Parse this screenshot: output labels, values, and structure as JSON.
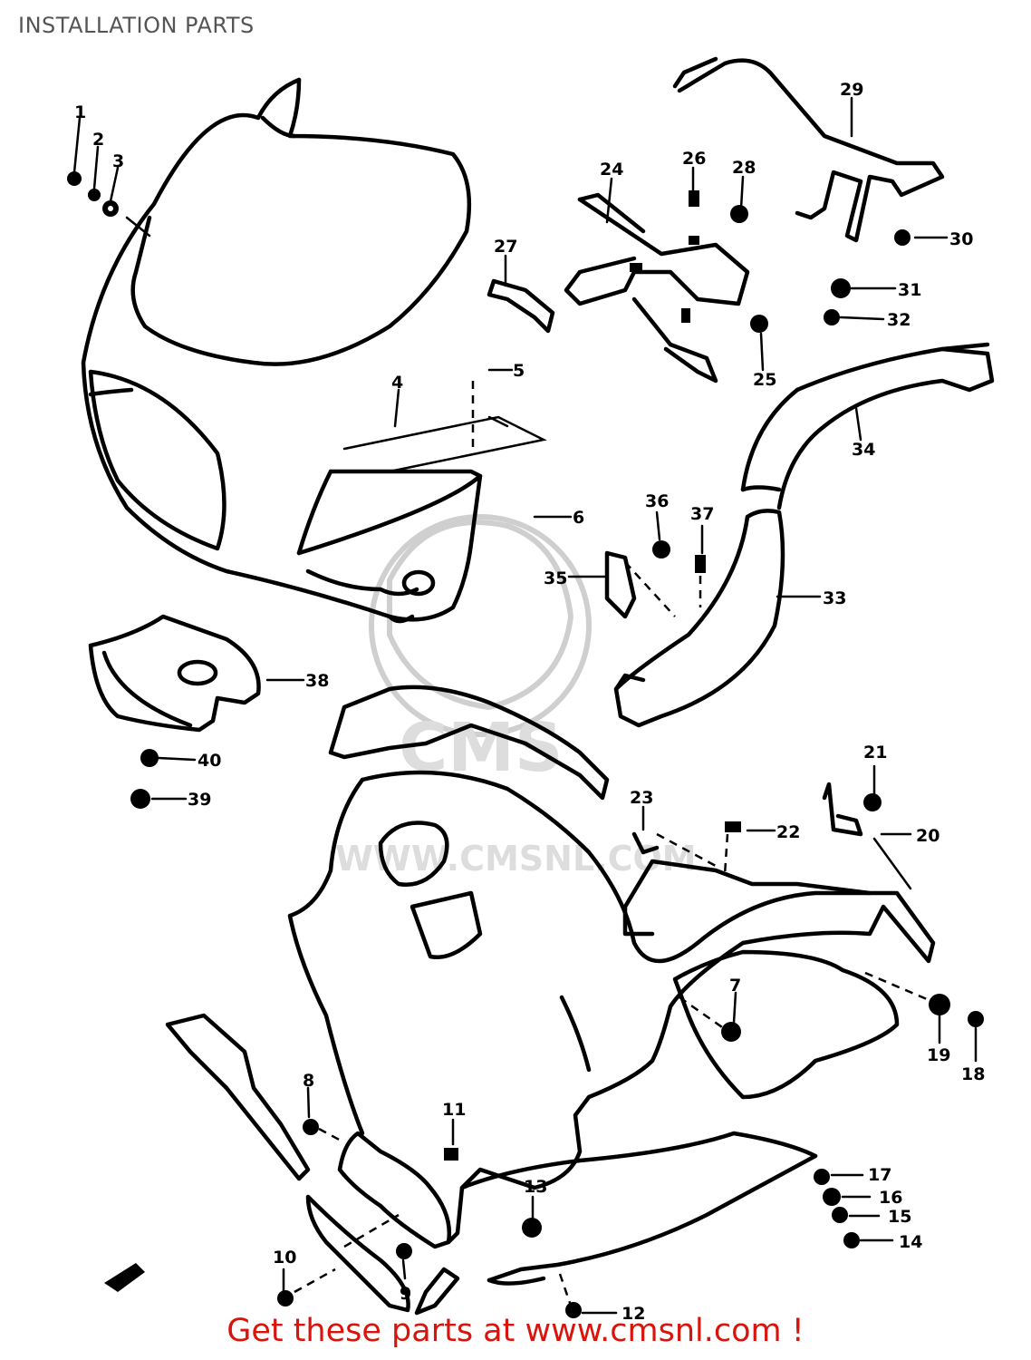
{
  "title": "INSTALLATION PARTS",
  "footer_link": "Get these parts at www.cmsnl.com !",
  "watermark": {
    "brand": "CMS",
    "url": "WWW.CMSNL.COM"
  },
  "callouts": [
    {
      "id": "c1",
      "label": "1"
    },
    {
      "id": "c2",
      "label": "2"
    },
    {
      "id": "c3",
      "label": "3"
    },
    {
      "id": "c4",
      "label": "4"
    },
    {
      "id": "c5",
      "label": "5"
    },
    {
      "id": "c6",
      "label": "6"
    },
    {
      "id": "c7",
      "label": "7"
    },
    {
      "id": "c8",
      "label": "8"
    },
    {
      "id": "c9",
      "label": "9"
    },
    {
      "id": "c10",
      "label": "10"
    },
    {
      "id": "c11",
      "label": "11"
    },
    {
      "id": "c12",
      "label": "12"
    },
    {
      "id": "c13",
      "label": "13"
    },
    {
      "id": "c14",
      "label": "14"
    },
    {
      "id": "c15",
      "label": "15"
    },
    {
      "id": "c16",
      "label": "16"
    },
    {
      "id": "c17",
      "label": "17"
    },
    {
      "id": "c18",
      "label": "18"
    },
    {
      "id": "c19",
      "label": "19"
    },
    {
      "id": "c20",
      "label": "20"
    },
    {
      "id": "c21",
      "label": "21"
    },
    {
      "id": "c22",
      "label": "22"
    },
    {
      "id": "c23",
      "label": "23"
    },
    {
      "id": "c24",
      "label": "24"
    },
    {
      "id": "c25",
      "label": "25"
    },
    {
      "id": "c26",
      "label": "26"
    },
    {
      "id": "c27",
      "label": "27"
    },
    {
      "id": "c28",
      "label": "28"
    },
    {
      "id": "c29",
      "label": "29"
    },
    {
      "id": "c30",
      "label": "30"
    },
    {
      "id": "c31",
      "label": "31"
    },
    {
      "id": "c32",
      "label": "32"
    },
    {
      "id": "c33",
      "label": "33"
    },
    {
      "id": "c34",
      "label": "34"
    },
    {
      "id": "c35",
      "label": "35"
    },
    {
      "id": "c36",
      "label": "36"
    },
    {
      "id": "c37",
      "label": "37"
    },
    {
      "id": "c38",
      "label": "38"
    },
    {
      "id": "c39",
      "label": "39"
    },
    {
      "id": "c40",
      "label": "40"
    }
  ]
}
